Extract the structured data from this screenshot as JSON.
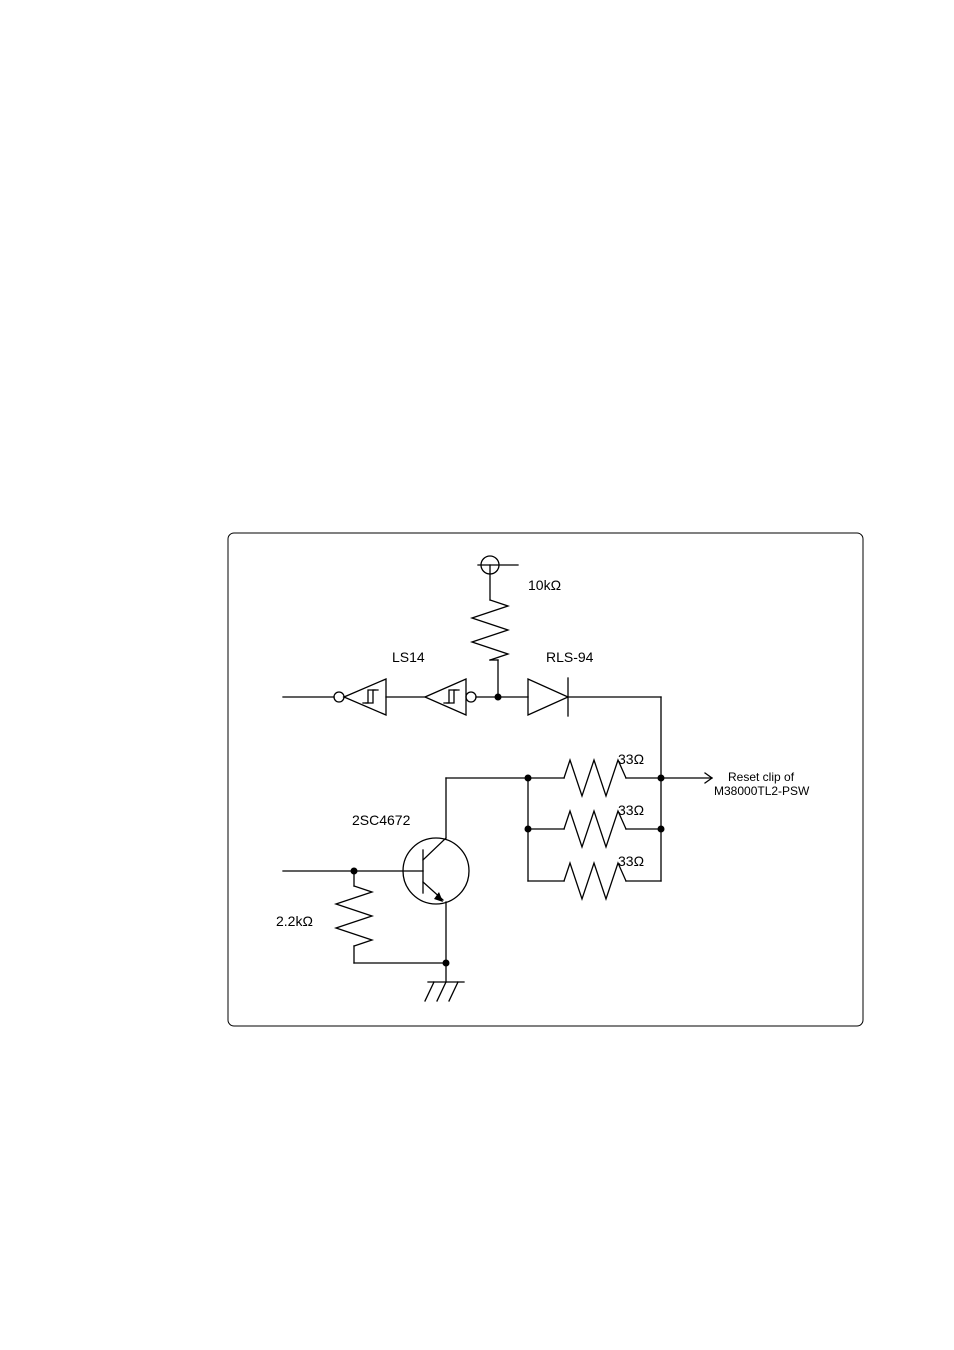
{
  "labels": {
    "pullup_resistor": "10kΩ",
    "inverter": "LS14",
    "diode": "RLS-94",
    "resistor_top": "33Ω",
    "resistor_mid": "33Ω",
    "resistor_bottom": "33Ω",
    "transistor": "2SC4672",
    "base_resistor": "2.2kΩ",
    "output_line1": "Reset clip of",
    "output_line2": "M38000TL2-PSW"
  }
}
